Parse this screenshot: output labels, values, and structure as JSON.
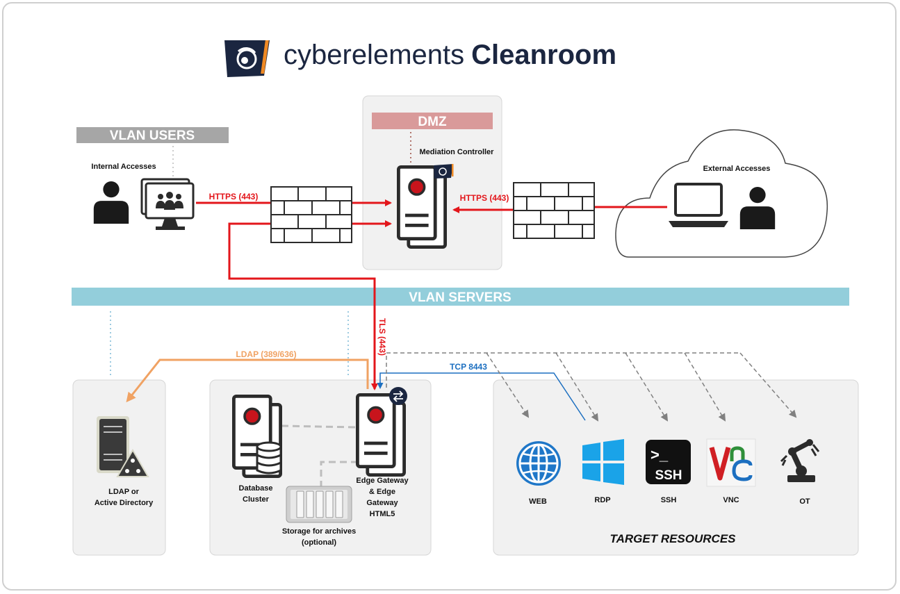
{
  "header": {
    "brand_light": "cyberelements",
    "brand_bold": "Cleanroom"
  },
  "zones": {
    "vlan_users": "VLAN USERS",
    "dmz": "DMZ",
    "vlan_servers": "VLAN SERVERS",
    "target_resources": "TARGET RESOURCES"
  },
  "nodes": {
    "internal_accesses": "Internal Accesses",
    "external_accesses": "External Accesses",
    "mediation_controller": "Mediation Controller",
    "ldap_line1": "LDAP or",
    "ldap_line2": "Active Directory",
    "database_line1": "Database",
    "database_line2": "Cluster",
    "edge_line1": "Edge Gateway",
    "edge_line2": "& Edge",
    "edge_line3": "Gateway",
    "edge_line4": "HTML5",
    "storage_line1": "Storage for archives",
    "storage_line2": "(optional)"
  },
  "connections": {
    "https_internal": "HTTPS (443)",
    "https_external": "HTTPS (443)",
    "tls": "TLS (443)",
    "ldap": "LDAP (389/636)",
    "tcp": "TCP 8443"
  },
  "targets": {
    "web": "WEB",
    "rdp": "RDP",
    "ssh": "SSH",
    "ssh_icon_prompt": ">_",
    "ssh_icon_text": "SSH",
    "vnc": "VNC",
    "ot": "OT"
  },
  "colors": {
    "brand_navy": "#1b2640",
    "brand_orange": "#f08a24",
    "https_red": "#e3161b",
    "ldap_orange": "#f0a263",
    "tcp_blue": "#1c6fc0",
    "vlan_servers_bar": "#93cedb",
    "dmz_bar": "#d99a9a",
    "vlan_users_bar": "#a6a6a6",
    "icon_dark": "#2b2b2b"
  }
}
